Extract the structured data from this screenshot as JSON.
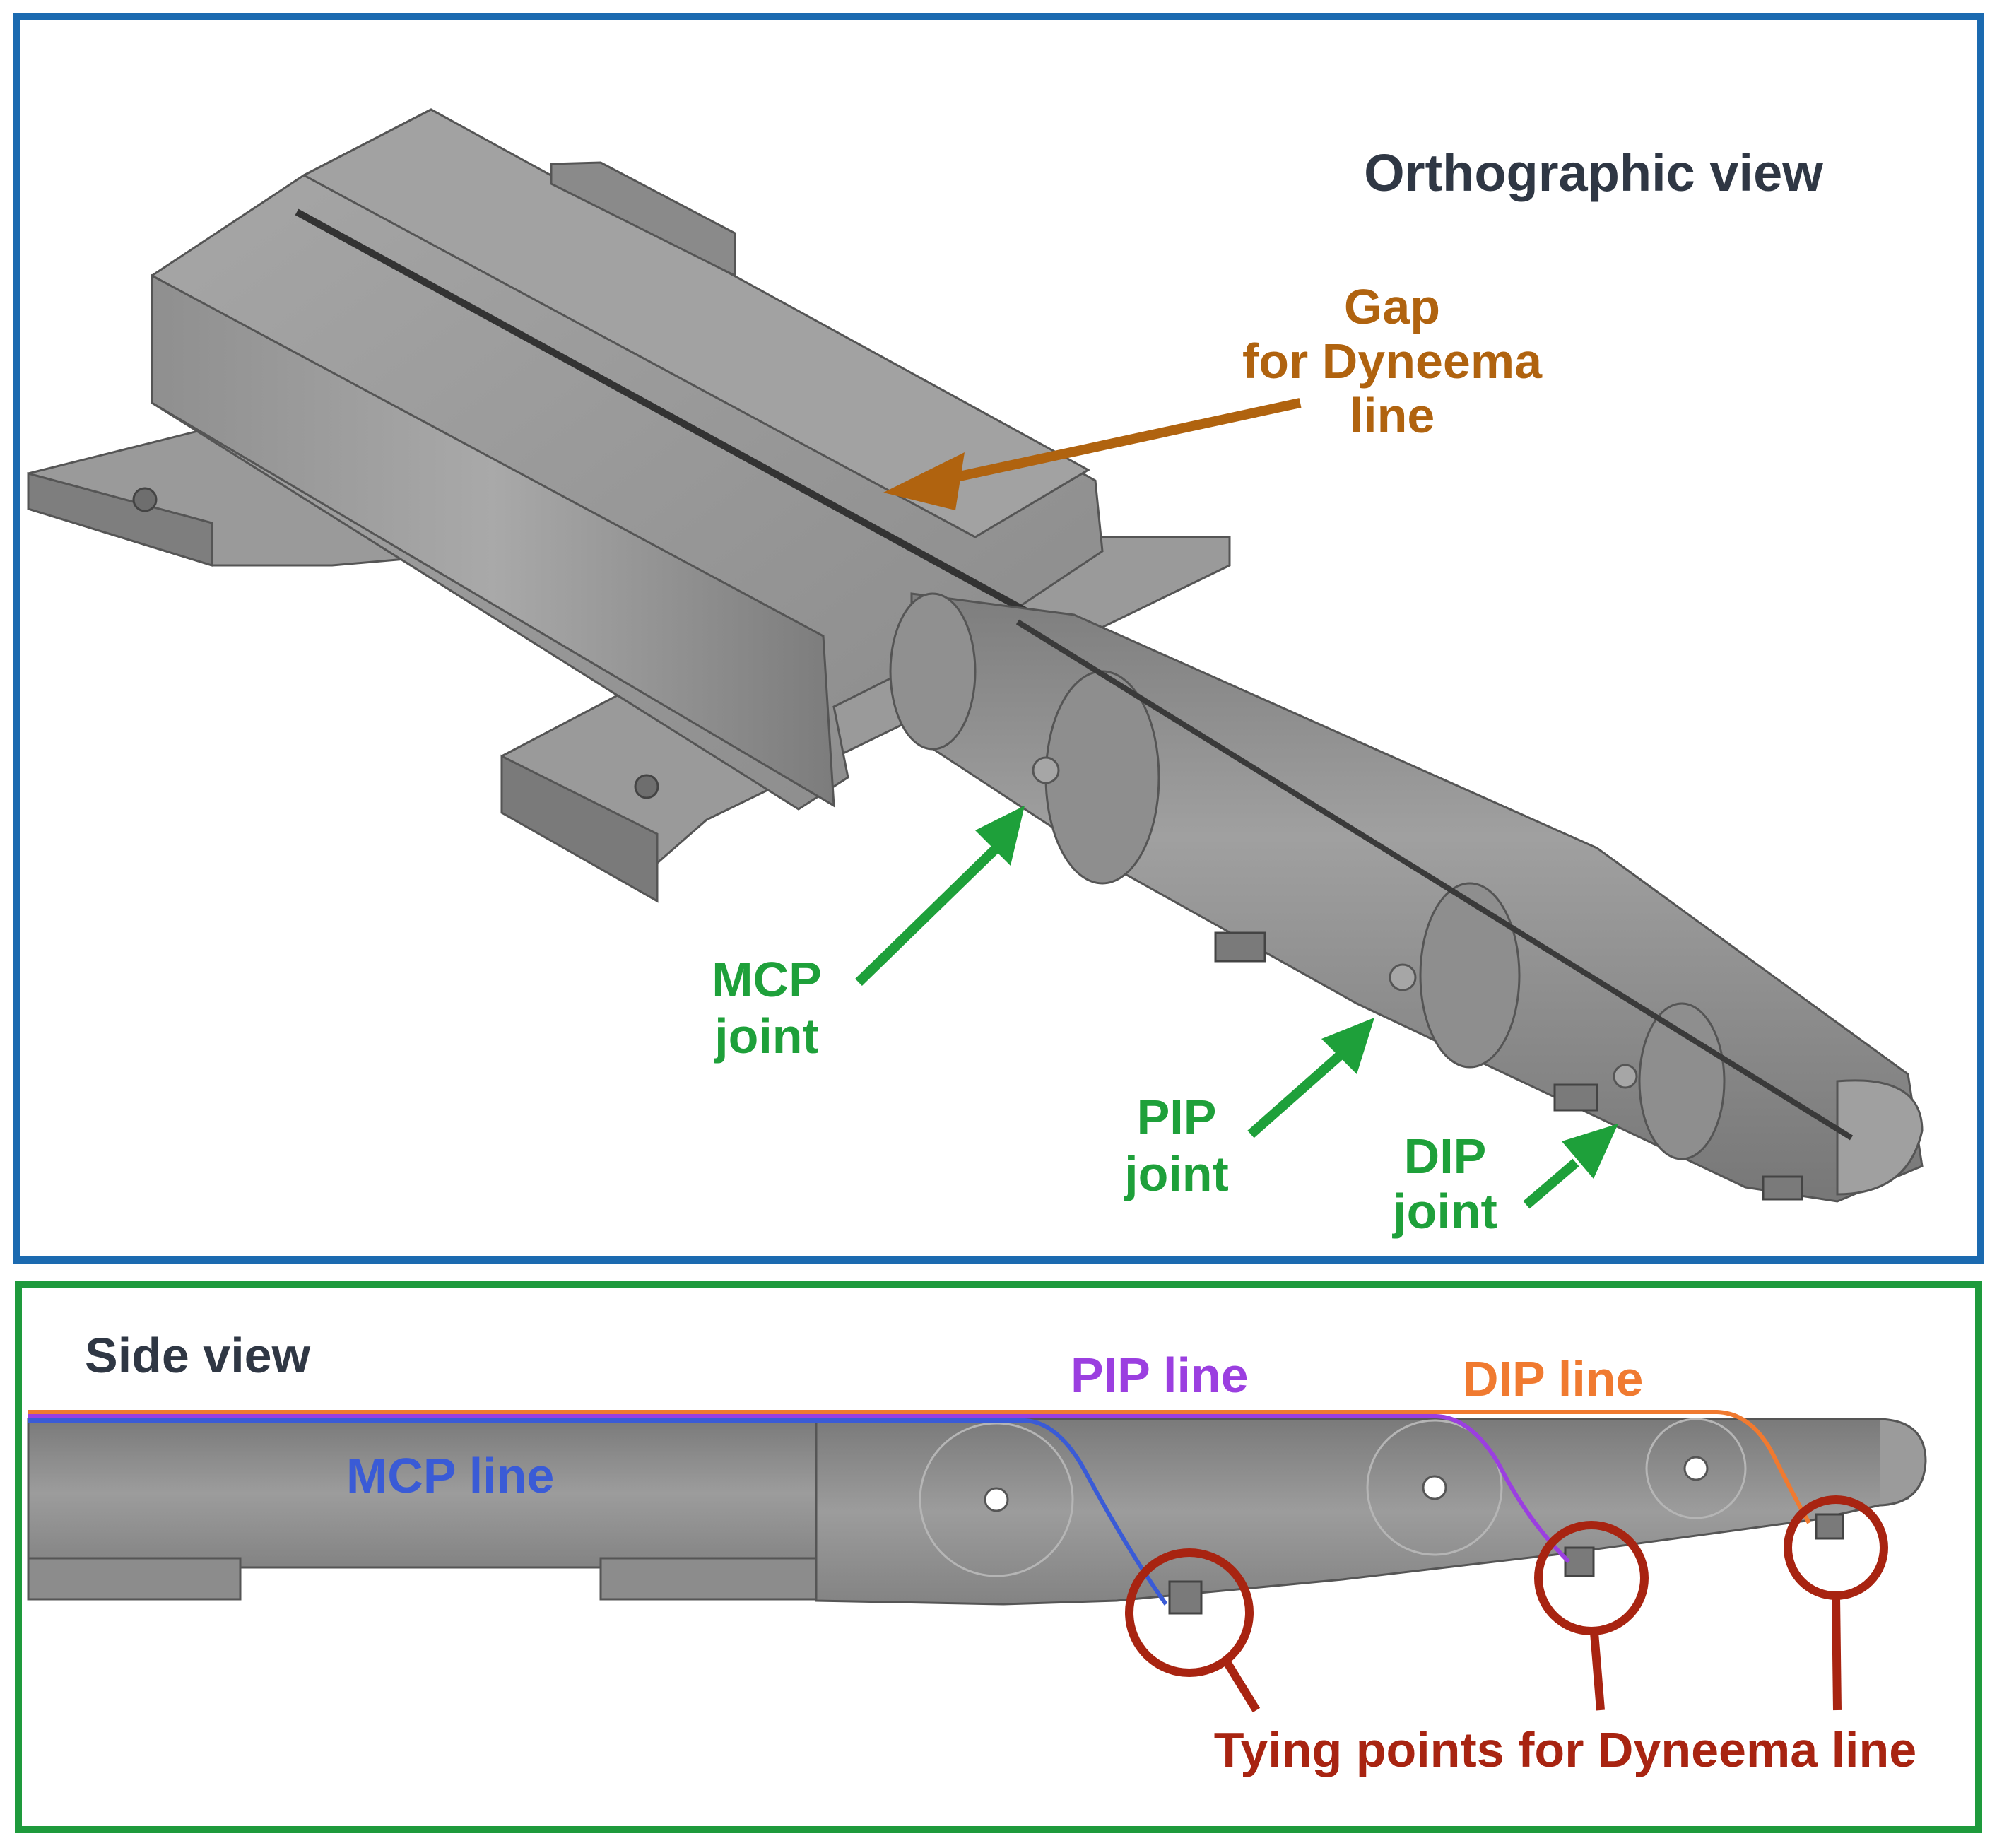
{
  "ortho_panel": {
    "title": "Orthographic view",
    "gap_label": {
      "line1": "Gap",
      "line2": "for Dyneema",
      "line3": "line"
    },
    "mcp_label": {
      "line1": "MCP",
      "line2": "joint"
    },
    "pip_label": {
      "line1": "PIP",
      "line2": "joint"
    },
    "dip_label": {
      "line1": "DIP",
      "line2": "joint"
    }
  },
  "side_panel": {
    "title": "Side view",
    "mcp_line_label": "MCP line",
    "pip_line_label": "PIP line",
    "dip_line_label": "DIP line",
    "tying_label": "Tying points for Dyneema line"
  },
  "colors": {
    "ortho_border": "#1b6ab0",
    "side_border": "#1e9a3c",
    "title_text": "#2f3744",
    "gap": "#b0630f",
    "joint": "#1ea03a",
    "mcp_line": "#3a5bd6",
    "pip_line": "#9b3fe0",
    "dip_line": "#f07a30",
    "tying": "#a82411",
    "metal": "#8d8d8d"
  }
}
